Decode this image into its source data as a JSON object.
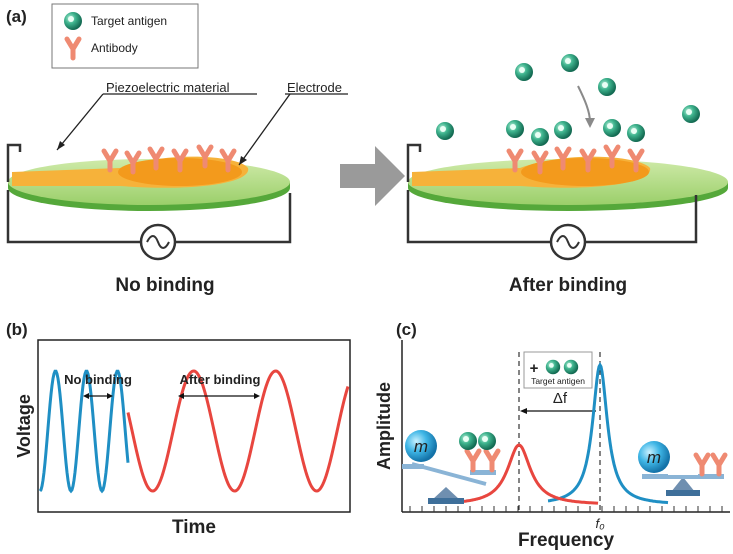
{
  "panel_a": {
    "label": "(a)",
    "legend": {
      "antigen": "Target antigen",
      "antibody": "Antibody"
    },
    "piezo_label": "Piezoelectric material",
    "electrode_label": "Electrode",
    "state_left": "No binding",
    "state_right": "After binding"
  },
  "panel_b": {
    "label": "(b)",
    "ylabel": "Voltage",
    "xlabel": "Time",
    "ann_no_binding": "No binding",
    "ann_after_binding": "After binding"
  },
  "panel_c": {
    "label": "(c)",
    "ylabel": "Amplitude",
    "xlabel": "Frequency",
    "plus": "+",
    "antigen_note": "Target antigen",
    "delta_f": "Δf",
    "f0": "f₀",
    "mass_symbol": "m"
  },
  "colors": {
    "blue": "#1f8fc4",
    "red": "#e8463f",
    "disc_green": "#a8d67a",
    "electrode_orange": "#f29a1f",
    "antibody": "#ef8a72",
    "antigen": "#2a9b7a"
  }
}
